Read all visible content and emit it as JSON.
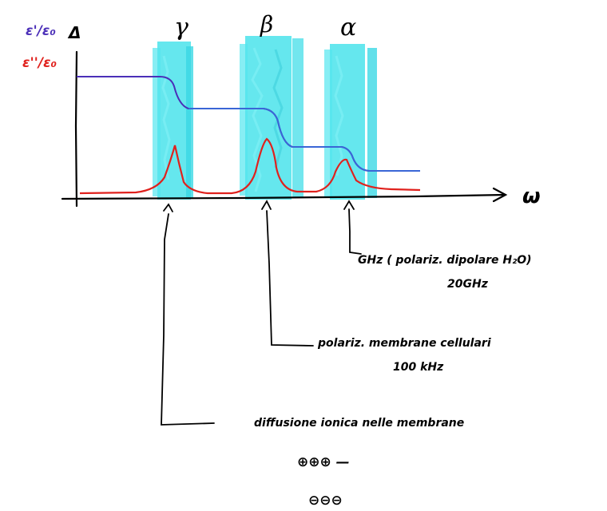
{
  "axes": {
    "y_label_real": "ε'/ε₀",
    "y_label_imag": "ε''/ε₀",
    "x_label": "ω",
    "colors": {
      "real": "#4b2fb8",
      "real_tail": "#3a66d6",
      "imag": "#e0211d",
      "axis": "#000000",
      "band": "#3fe0ea"
    }
  },
  "bands": [
    {
      "id": "gamma",
      "label": "γ"
    },
    {
      "id": "beta",
      "label": "β"
    },
    {
      "id": "alpha",
      "label": "α"
    }
  ],
  "annotations": {
    "alpha_note_line1": "GHz ( polariz. dipolare H₂O)",
    "alpha_note_line2": "20GHz",
    "beta_note_line1": "polariz. membrane cellulari",
    "beta_note_line2": "100 kHz",
    "gamma_note": "diffusione ionica nelle membrane",
    "ions_line1": "⊕⊕⊕ —",
    "ions_line2": "⊖⊖⊖"
  }
}
